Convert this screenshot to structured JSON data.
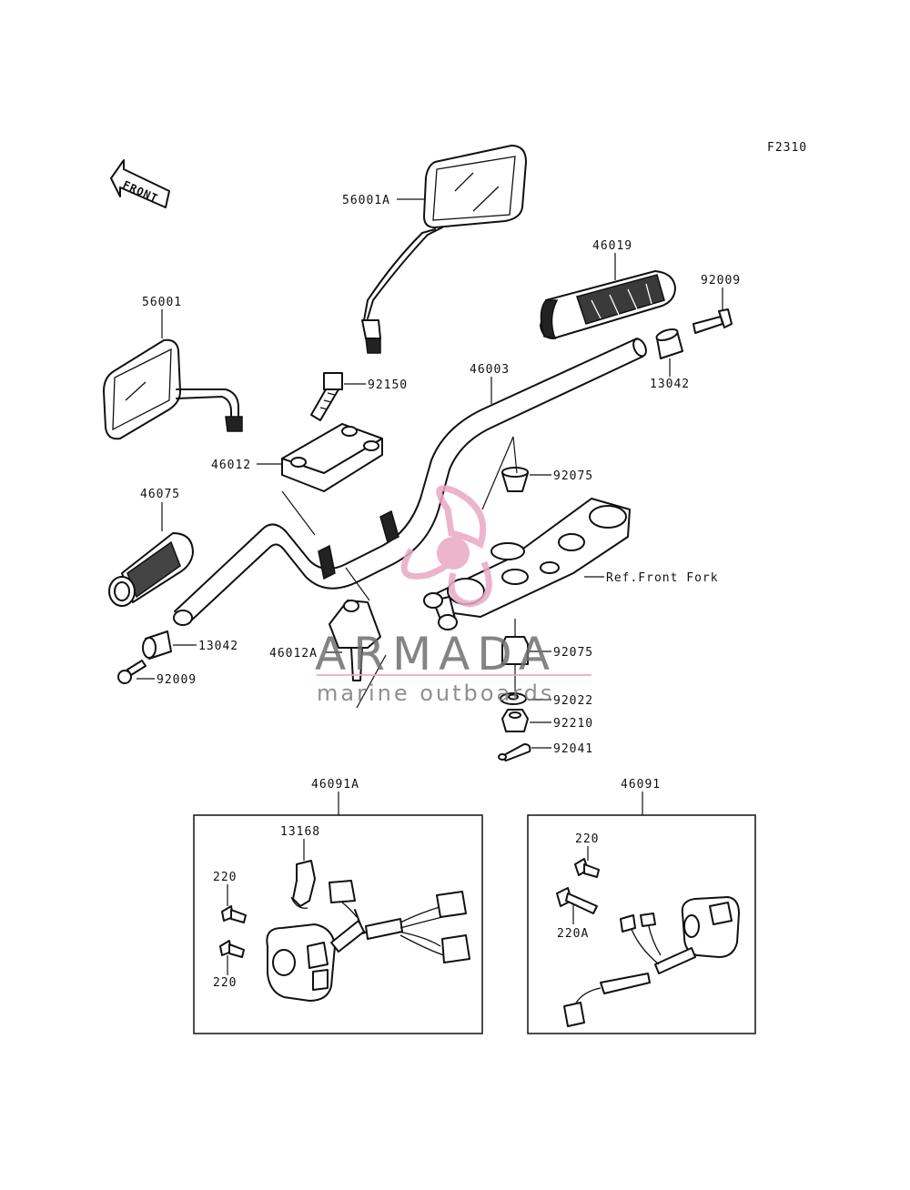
{
  "figure_id": "F2310",
  "front_arrow_text": "FRONT",
  "labels": {
    "mirror_right": "56001A",
    "mirror_left": "56001",
    "grip_right": "46019",
    "bolt_end_right": "92009",
    "weight_right": "13042",
    "handlebar": "46003",
    "bolt_holder": "92150",
    "holder_upper": "46012",
    "bushing_upper": "92075",
    "grip_left": "46075",
    "bracket_ref": "Ref.Front Fork",
    "weight_left": "13042",
    "holder_lower": "46012A",
    "bolt_end_left": "92009",
    "bushing_lower": "92075",
    "washer": "92022",
    "nut": "92210",
    "pin": "92041",
    "switch_left_assy": "46091A",
    "switch_right_assy": "46091",
    "clamp": "13168",
    "screw_l1": "220",
    "screw_l2": "220",
    "screw_r1": "220",
    "screw_r2": "220A"
  },
  "watermark": {
    "brand": "ARMADA",
    "tagline": "marine outboards",
    "color": "#e9a9c3"
  }
}
